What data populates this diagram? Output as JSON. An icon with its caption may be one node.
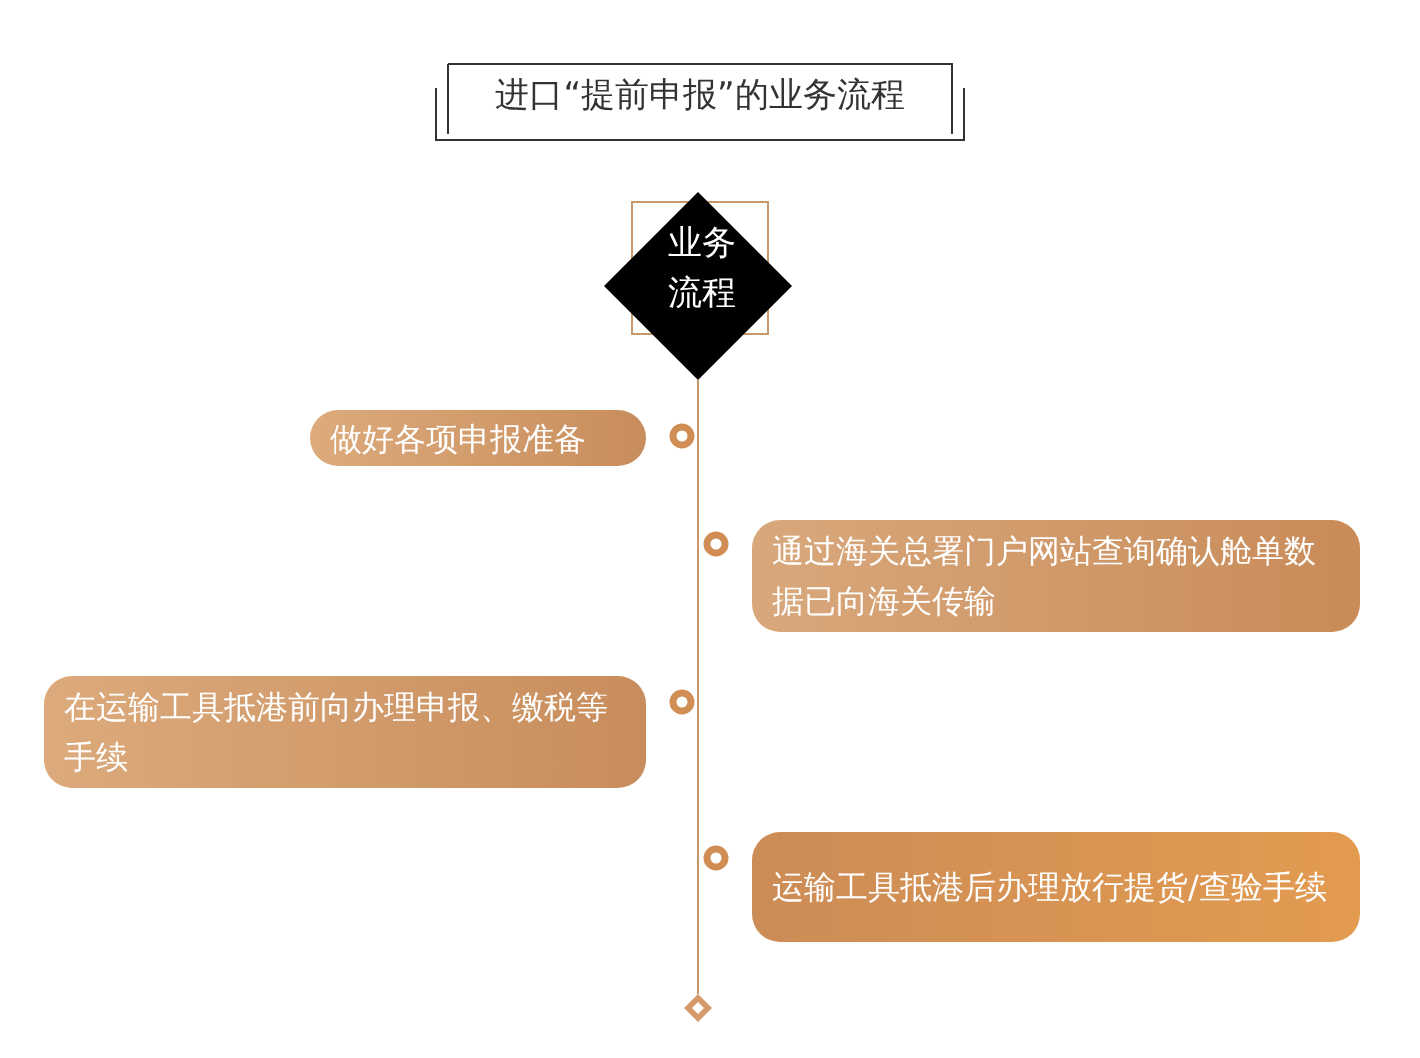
{
  "diagram": {
    "title": "进口“提前申报”的业务流程",
    "nodes": [
      {
        "text": [
          "业务流程"
        ]
      },
      {
        "text": [
          "做好各项申报准备"
        ]
      },
      {
        "text": [
          "通过海关总署门户网站查询确认舱单数据已向海关传输"
        ]
      },
      {
        "text": [
          "在运输工具抵港前向办理申报、缴税等手续"
        ]
      },
      {
        "text": [
          "运输工具抵港后办理放行提货/查验手续"
        ]
      },
      {
        "text": [],
        "shape": "diamond"
      }
    ],
    "edges": [
      {
        "from": 0,
        "to": 5,
        "arrow": "none"
      }
    ]
  }
}
